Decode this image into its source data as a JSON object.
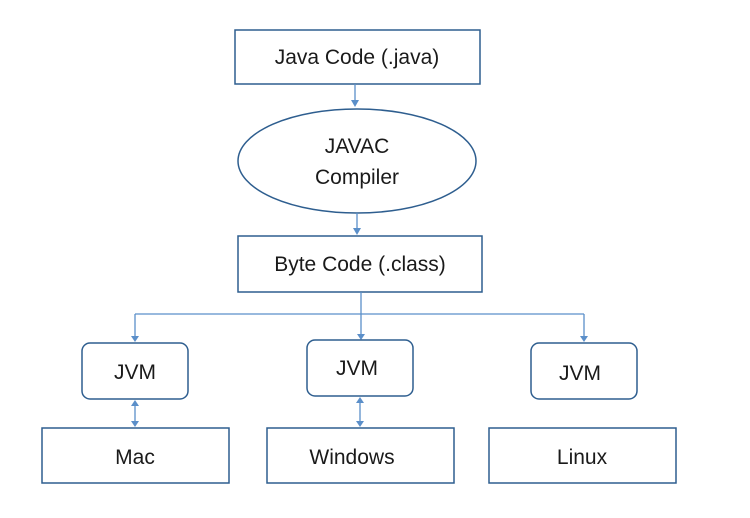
{
  "diagram": {
    "java_code": "Java Code (.java)",
    "compiler_line1": "JAVAC",
    "compiler_line2": "Compiler",
    "byte_code": "Byte Code (.class)",
    "jvm_mac": "JVM",
    "jvm_windows": "JVM",
    "jvm_linux": "JVM",
    "os_mac": "Mac",
    "os_windows": "Windows",
    "os_linux": "Linux"
  },
  "colors": {
    "box_border": "#2e5e8f",
    "connector": "#5b8fc9",
    "text": "#1a1a1a"
  }
}
